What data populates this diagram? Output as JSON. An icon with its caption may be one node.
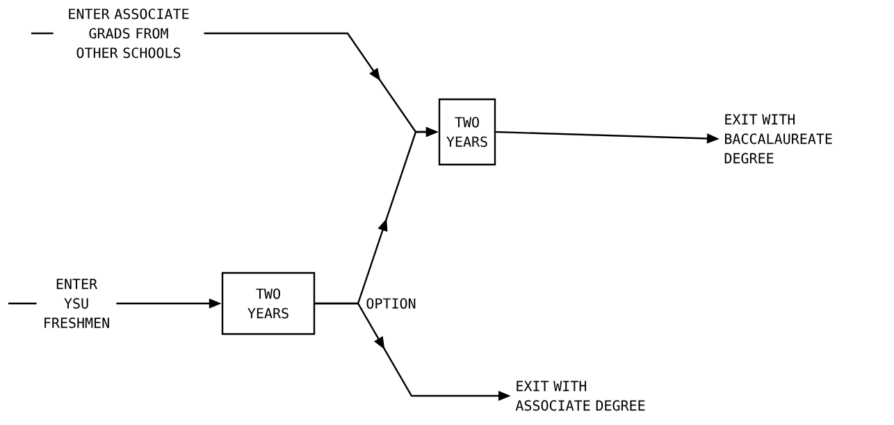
{
  "diagram": {
    "nodes": [
      {
        "text": [
          "ENTER ASSOCIATE GRADS FROM OTHER SCHOOLS"
        ]
      },
      {
        "text": [
          "ENTER YSU FRESHMEN"
        ]
      },
      {
        "text": [
          "TWO YEARS"
        ]
      },
      {
        "text": [
          "TWO YEARS"
        ]
      },
      {
        "text": [
          "EXIT WITH BACCALAUREATE DEGREE"
        ]
      },
      {
        "text": [
          "EXIT WITH ASSOCIATE DEGREE"
        ]
      }
    ],
    "edges": [
      {
        "from": null,
        "to": 0,
        "arrow": "none"
      },
      {
        "from": 0,
        "to": 2,
        "arrow": "to"
      },
      {
        "from": null,
        "to": 1,
        "arrow": "none"
      },
      {
        "from": 1,
        "to": 3,
        "arrow": "to"
      },
      {
        "from": 3,
        "to": 2,
        "arrow": "to"
      },
      {
        "from": 3,
        "to": 5,
        "arrow": "to"
      },
      {
        "from": 2,
        "to": 4,
        "arrow": "to"
      }
    ],
    "labels": [
      "OPTION"
    ]
  }
}
